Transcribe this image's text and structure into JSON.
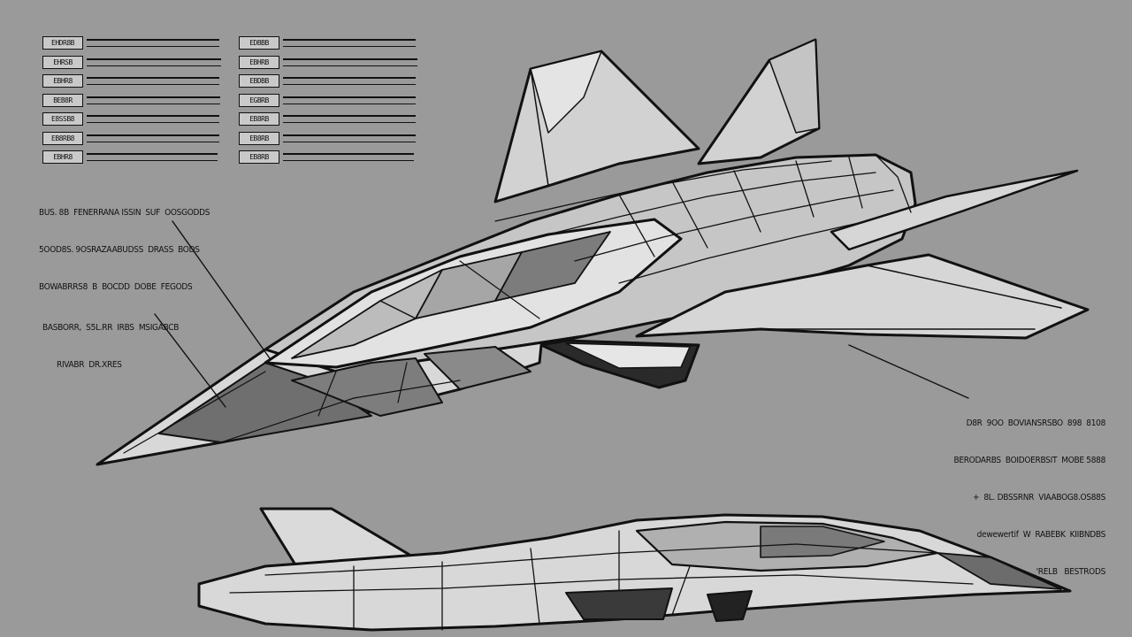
{
  "spec_table_left": {
    "codes": [
      "EHDR8B",
      "EHRSB",
      "EBHR8",
      "BEB8R",
      "E8SSB8",
      "EB8RB8",
      "EBHR8"
    ]
  },
  "spec_table_right": {
    "codes": [
      "EDBBB",
      "EBHRB",
      "EBDBB",
      "EGBRB",
      "EB8RB",
      "EB8RB",
      "EB8RB"
    ]
  },
  "annotations": {
    "top_left": [
      "BUS. 8B  FENERRANA ISSIN  SUF  OOSGODDS",
      "5OOD8S. 9OSRAZAABUDSS  DRASS  BODS",
      "BOWABRRS8  B  BOCDD  DOBE  FEGODS"
    ],
    "mid_left": [
      "BASBORR,  S5L.RR  IRBS  MSIGABCB",
      "RIVABR  DR.XRES"
    ],
    "right": [
      "D8R  9OO  BOVIANSRSBO  898  8108",
      "BERODARBS  BOIDOERBSIT  MOBE 5888",
      "+  8L. DBSSRNR  VIAABOG8.OS88S",
      "dewewertif  W  RABEBK  KIIBNDBS",
      "'RELB   BESTRODS"
    ]
  },
  "colors": {
    "background": "#9a9a9a",
    "ink": "#111111",
    "panel_light": "#d2d2d2",
    "panel_mid": "#bdbdbd",
    "panel_dark": "#7a7a7a"
  }
}
